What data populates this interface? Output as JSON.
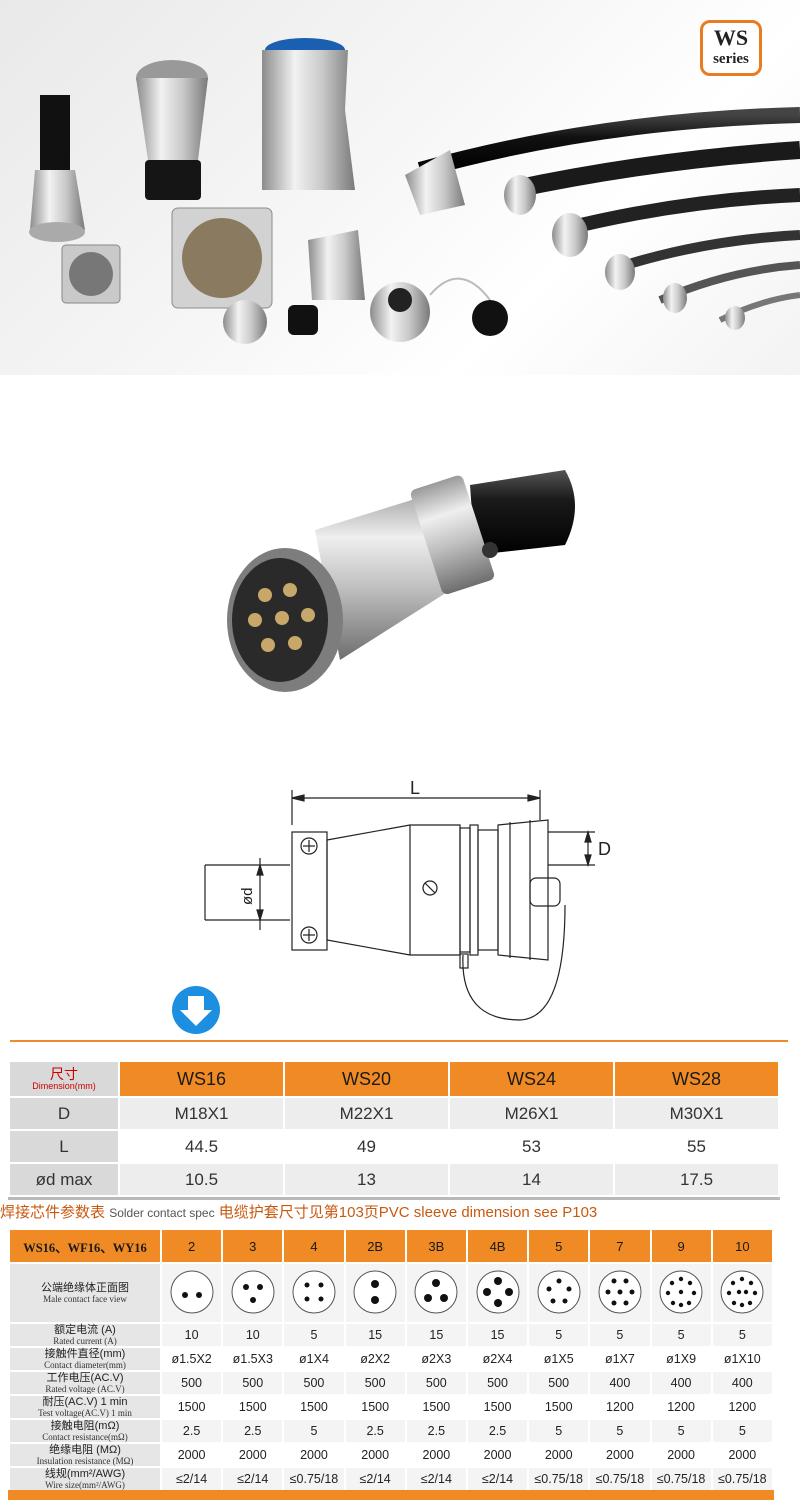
{
  "badge": {
    "line1": "WS",
    "line2": "series"
  },
  "drawing": {
    "label_L": "L",
    "label_D": "D",
    "label_d": "ød"
  },
  "dimension_table": {
    "header_zh": "尺寸",
    "header_en": "Dimension(mm)",
    "models": [
      "WS16",
      "WS20",
      "WS24",
      "WS28"
    ],
    "rows": [
      {
        "label": "D",
        "values": [
          "M18X1",
          "M22X1",
          "M26X1",
          "M30X1"
        ]
      },
      {
        "label": "L",
        "values": [
          "44.5",
          "49",
          "53",
          "55"
        ]
      },
      {
        "label": "ød max",
        "values": [
          "10.5",
          "13",
          "14",
          "17.5"
        ]
      }
    ]
  },
  "strip_text": {
    "left": "焊接芯件参数表",
    "middle": "Solder contact spec",
    "right": "电缆护套尺寸见第103页PVC sleeve dimension see P103"
  },
  "spec_table": {
    "series_label": "WS16、WF16、WY16",
    "contacts": [
      "2",
      "3",
      "4",
      "2B",
      "3B",
      "4B",
      "5",
      "7",
      "9",
      "10"
    ],
    "face_label_zh": "公端绝缘体正面图",
    "face_label_en": "Male contact face view",
    "rows": [
      {
        "zh": "额定电流 (A)",
        "en": "Rated current (A)",
        "values": [
          "10",
          "10",
          "5",
          "15",
          "15",
          "15",
          "5",
          "5",
          "5",
          "5"
        ]
      },
      {
        "zh": "接触件直径(mm)",
        "en": "Contact diameter(mm)",
        "values": [
          "ø1.5X2",
          "ø1.5X3",
          "ø1X4",
          "ø2X2",
          "ø2X3",
          "ø2X4",
          "ø1X5",
          "ø1X7",
          "ø1X9",
          "ø1X10"
        ]
      },
      {
        "zh": "工作电压(AC.V)",
        "en": "Rated voltage (AC.V)",
        "values": [
          "500",
          "500",
          "500",
          "500",
          "500",
          "500",
          "500",
          "400",
          "400",
          "400"
        ]
      },
      {
        "zh": "耐压(AC.V) 1 min",
        "en": "Test voltage(AC.V) 1 min",
        "values": [
          "1500",
          "1500",
          "1500",
          "1500",
          "1500",
          "1500",
          "1500",
          "1200",
          "1200",
          "1200"
        ]
      },
      {
        "zh": "接触电阻(mΩ)",
        "en": "Contact resistance(mΩ)",
        "values": [
          "2.5",
          "2.5",
          "5",
          "2.5",
          "2.5",
          "2.5",
          "5",
          "5",
          "5",
          "5"
        ]
      },
      {
        "zh": "绝缘电阻 (MΩ)",
        "en": "Insulation resistance (MΩ)",
        "values": [
          "2000",
          "2000",
          "2000",
          "2000",
          "2000",
          "2000",
          "2000",
          "2000",
          "2000",
          "2000"
        ]
      },
      {
        "zh": "线规(mm²/AWG)",
        "en": "Wire size(mm²/AWG)",
        "values": [
          "≤2/14",
          "≤2/14",
          "≤0.75/18",
          "≤2/14",
          "≤2/14",
          "≤2/14",
          "≤0.75/18",
          "≤0.75/18",
          "≤0.75/18",
          "≤0.75/18"
        ]
      }
    ]
  },
  "colors": {
    "accent": "#f08a24",
    "row_label": "#d9d9d9",
    "icon_blue": "#1d8fe0"
  }
}
